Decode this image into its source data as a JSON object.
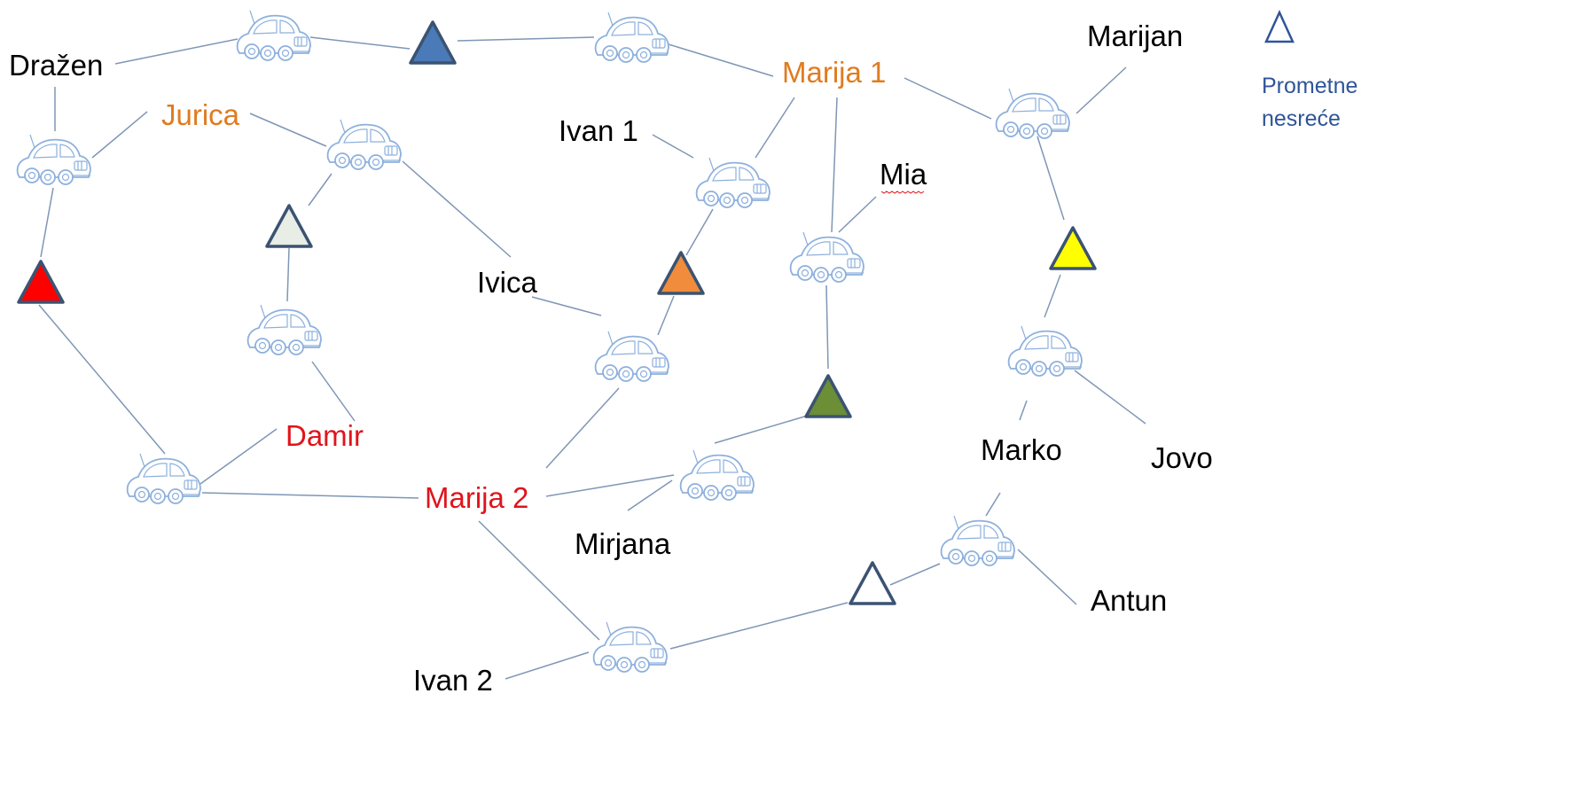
{
  "people": {
    "drazen": {
      "label": "Dražen",
      "color": "#000000"
    },
    "jurica": {
      "label": "Jurica",
      "color": "#e07b1f"
    },
    "marija1": {
      "label": "Marija 1",
      "color": "#e07b1f"
    },
    "marijan": {
      "label": "Marijan",
      "color": "#000000"
    },
    "ivan1": {
      "label": "Ivan 1",
      "color": "#000000"
    },
    "mia": {
      "label": "Mia",
      "color": "#000000"
    },
    "ivica": {
      "label": "Ivica",
      "color": "#000000"
    },
    "damir": {
      "label": "Damir",
      "color": "#e0141b"
    },
    "marija2": {
      "label": "Marija 2",
      "color": "#e0141b"
    },
    "mirjana": {
      "label": "Mirjana",
      "color": "#000000"
    },
    "marko": {
      "label": "Marko",
      "color": "#000000"
    },
    "jovo": {
      "label": "Jovo",
      "color": "#000000"
    },
    "antun": {
      "label": "Antun",
      "color": "#000000"
    },
    "ivan2": {
      "label": "Ivan 2",
      "color": "#000000"
    }
  },
  "accidents": {
    "top": {
      "fill": "#4a7ab8"
    },
    "left_red": {
      "fill": "#ff0000"
    },
    "mid_white": {
      "fill": "#e8ede6"
    },
    "mid_orange": {
      "fill": "#f08c3c"
    },
    "right_yellow": {
      "fill": "#ffff00"
    },
    "green": {
      "fill": "#6b8e36"
    },
    "bottom": {
      "fill": "#ffffff"
    }
  },
  "accident_outline_color": "#3b5372",
  "legend": {
    "text": "Prometne nesreće",
    "line1": "Prometne",
    "line2": "nesreće",
    "icon": "triangle-outline-icon",
    "color": "#2f5597"
  },
  "car_icon": "car-icon"
}
